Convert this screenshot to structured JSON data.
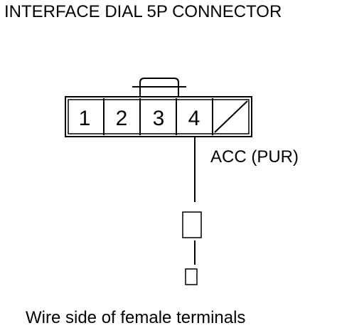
{
  "title": "INTERFACE DIAL 5P CONNECTOR",
  "connector": {
    "pins": [
      "1",
      "2",
      "3",
      "4"
    ],
    "empty_cavity": true
  },
  "wire": {
    "label": "ACC (PUR)",
    "pin": "4"
  },
  "caption": "Wire side of female terminals"
}
